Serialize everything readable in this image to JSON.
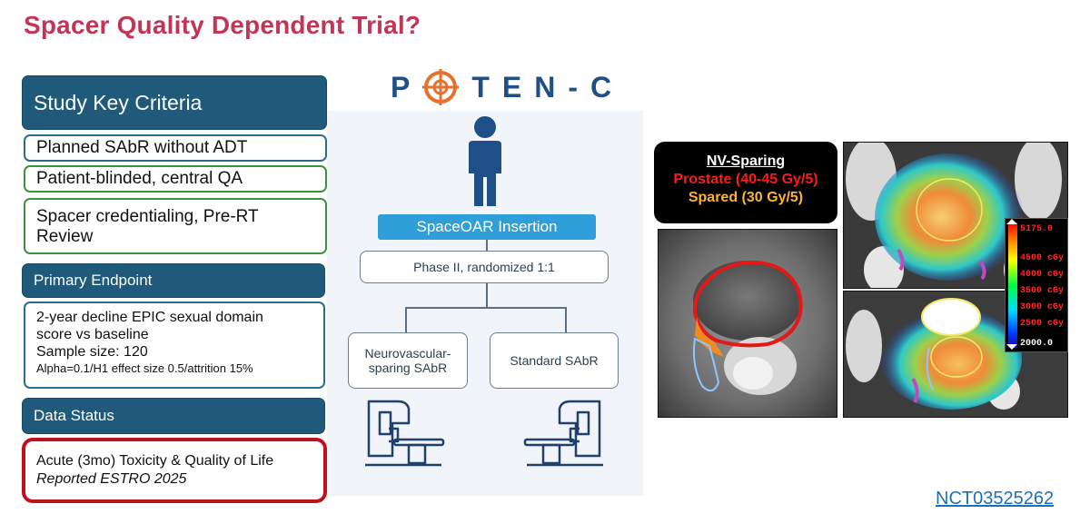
{
  "title": "Spacer Quality Dependent Trial?",
  "left": {
    "key_criteria_header": "Study Key Criteria",
    "criteria": [
      "Planned SAbR without ADT",
      "Patient-blinded, central QA",
      "Spacer credentialing, Pre-RT Review"
    ],
    "primary_endpoint_header": "Primary Endpoint",
    "endpoint_lines": [
      "2-year decline EPIC sexual domain",
      "score vs baseline",
      "Sample size: 120"
    ],
    "endpoint_small": "Alpha=0.1/H1 effect size 0.5/attrition 15%",
    "data_status_header": "Data Status",
    "status_line": "Acute (3mo) Toxicity & Quality of Life",
    "status_italic": "Reported ESTRO 2025"
  },
  "logo": {
    "letters": [
      "P",
      "T",
      "E",
      "N",
      "-",
      "C"
    ],
    "color_text": "#1f4f87",
    "color_target": "#e8702a"
  },
  "flow": {
    "insertion": "SpaceOAR Insertion",
    "phase": "Phase II, randomized 1:1",
    "arm_left": "Neurovascular-sparing SAbR",
    "arm_right": "Standard SAbR"
  },
  "imaging": {
    "legend_title": "NV-Sparing",
    "legend_prostate": "Prostate (40-45 Gy/5)",
    "legend_spared": "Spared (30 Gy/5)",
    "colorbar_max": "5175.0",
    "colorbar_ticks": [
      "4500 cGy",
      "4000 cGy",
      "3500 cGy",
      "3000 cGy",
      "2500 cGy"
    ],
    "colorbar_min": "2000.0"
  },
  "trial_id": "NCT03525262",
  "colors": {
    "title": "#c23556",
    "header_blue": "#1f5a7a",
    "insertion_blue": "#2e9fd8",
    "status_red": "#c0121e"
  }
}
